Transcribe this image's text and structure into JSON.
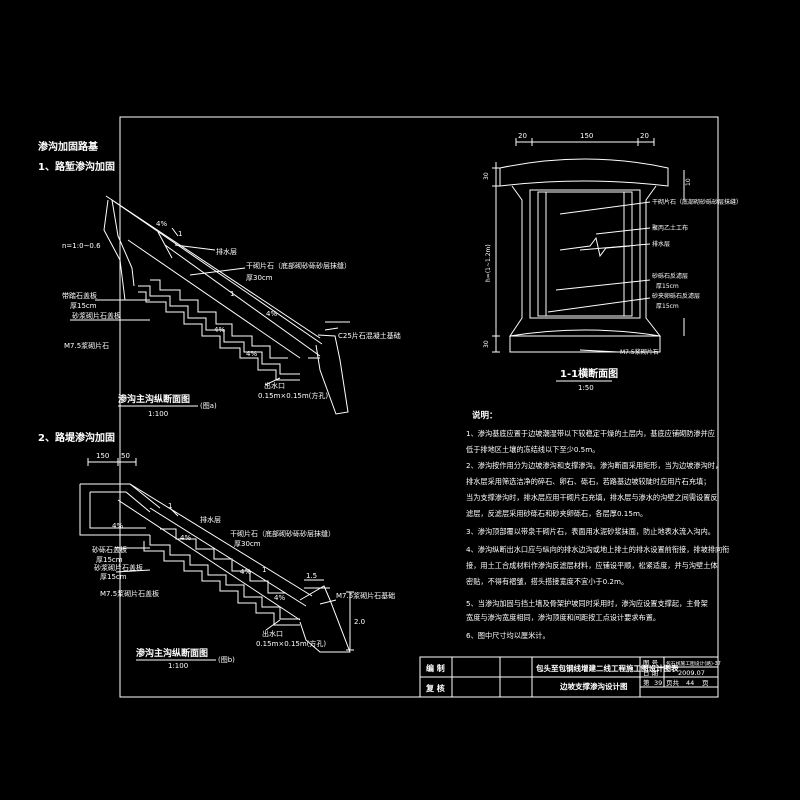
{
  "drawing": {
    "left": {
      "section_title": "渗沟加固路基",
      "case1_title": "1、路堑渗沟加固",
      "case2_title": "2、路堤渗沟加固",
      "slope_ratio": "n=1:0~0.6",
      "cap_stone_1": "带踏石盖板",
      "cap_stone_2": "砂浆砌片石盖板",
      "mortar_1": "M7.5浆砌片石",
      "thickness_1": "厚15cm",
      "fig1_dry_stone": "干砌片石（底部砌砂砾砂层抹缝）",
      "fig1_dry_thk": "厚30cm",
      "fig1_drain_layer": "排水层",
      "fig1_gravel": "C25片石混凝土基础",
      "fig1_outlet": "出水口",
      "fig1_outlet_size": "0.15m×0.15m(方孔)",
      "fig1_caption": "渗沟主沟纵断面图",
      "fig1_scale": "1:100",
      "fig1_tag": "(图a)",
      "fig2_dim_150": "150",
      "fig2_dim_50": "50",
      "fig2_cap_stone": "砂砾石盖板",
      "fig2_cap_thk": "厚15cm",
      "fig2_mortar_stone": "砂浆砌片石盖板",
      "fig2_mortar_thk": "厚15cm",
      "fig2_m75_cap": "M7.5浆砌片石盖板",
      "fig2_drain": "排水层",
      "fig2_dry_stone": "干砌片石（底部砌砂砾砂层抹缝）",
      "fig2_dry_thk": "厚30cm",
      "fig2_outlet": "出水口",
      "fig2_outlet_size": "0.15m×0.15m(方孔)",
      "fig2_m75_base": "M7.5浆砌片石基础",
      "fig2_dim_15": "1.5",
      "fig2_dim_20": "2.0",
      "fig2_caption": "渗沟主沟纵断面图",
      "fig2_scale": "1:100",
      "fig2_tag": "(图b)",
      "slope_ratio_label": "1"
    },
    "right": {
      "dim_20_left": "20",
      "dim_150": "150",
      "dim_20_right": "20",
      "dim_height": "h=(1~1.2m)",
      "dim_30_top": "30",
      "dim_30_bottom": "30",
      "dim_10": "10",
      "label_dry_stone": "干砌片石（底部砌砂砾砂层抹缝）",
      "label_geotextile": "聚丙乙土工布",
      "label_drain": "排水层",
      "label_gravel": "砂砾石反滤层",
      "label_gravel_thk": "厚15cm",
      "label_sand": "砂夹卵砾石反滤层",
      "label_sand_thk": "厚15cm",
      "label_base": "M7.5浆砌片石",
      "caption": "1-1横断面图",
      "scale": "1:50"
    },
    "notes": {
      "title": "说明：",
      "lines": [
        "1、渗沟基底应置于边坡潮湿带以下较稳定干燥的土层内，基底应铺砌防渗并应",
        "    低于排地区土壤的冻结线以下至少0.5m。",
        "2、渗沟按作用分为边坡渗沟和支撑渗沟。渗沟断面采用矩形，当为边坡渗沟时，",
        "    排水层采用筛选洁净的碎石、卵石、砾石，若路基边坡较陡时应用片石充填；",
        "    当为支撑渗沟时，排水层应用干砌片石充填，排水层与渗水的沟壁之间需设置反",
        "    滤层，反滤层采用砂砾石和砂夹卵砾石，各层厚0.15m。",
        "3、渗沟顶部覆以带泉干砌片石，表面用水泥砂浆抹面，防止地表水流入沟内。",
        "4、渗沟纵断出水口应与纵向的排水边沟或地上排土的排水设置前衔接，排坡排向衔",
        "    接，用土工合成材料作渗沟反滤层材料，应铺设平顺，松紧适度，并与沟壁土体",
        "    密贴，不得有褶皱，搭头搭接宽度不宜小于0.2m。",
        "5、当渗沟加固与挡土墙及骨架护坡同时采用时，渗沟应设置支撑起，主骨架",
        "    宽度与渗沟宽度相同，渗沟顶度和间距按工点设计要求布置。",
        "6、图中尺寸均以厘米计。"
      ]
    },
    "title_block": {
      "designed": "编  制",
      "reviewed": "复  核",
      "project": "包头至包钢线增建二线工程施工图设计图表",
      "drawing_name": "边坡支撑渗沟设计图",
      "drawing_no_label": "图  号",
      "drawing_no": "包石线施工图设计(路)-37",
      "date_label": "日  期",
      "date": "2009.07",
      "page_label_1": "第",
      "page": "39",
      "page_label_2": "页共",
      "total": "44",
      "page_label_3": "页"
    }
  }
}
